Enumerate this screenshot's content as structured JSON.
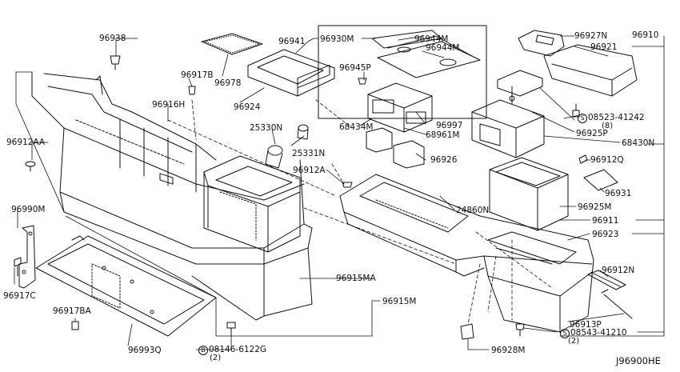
{
  "diagram_ref": "J96900HE",
  "parts": {
    "p96938": "96938",
    "p96912AA": "96912AA",
    "p96990M": "96990M",
    "p96917C": "96917C",
    "p96917BA": "96917BA",
    "p96993Q": "96993Q",
    "p96917B": "96917B",
    "p96916H": "96916H",
    "p96978": "96978",
    "p96924": "96924",
    "p96941": "96941",
    "p96930M": "96930M",
    "p96944M_a": "96944M",
    "p96944M_b": "96944M",
    "p96945P": "96945P",
    "p68434M": "68434M",
    "p96997": "96997",
    "p68961M": "68961M",
    "p96926": "96926",
    "p25330N": "25330N",
    "p25331N": "25331N",
    "p96912A": "96912A",
    "p96927N": "96927N",
    "p96921": "96921",
    "p96910": "96910",
    "p96925P": "96925P",
    "p68430N": "68430N",
    "p96912Q": "96912Q",
    "p96931": "96931",
    "p24860N": "24860N",
    "p96925M": "96925M",
    "p96911": "96911",
    "p96923": "96923",
    "p96912N": "96912N",
    "p96913P": "96913P",
    "p96915MA": "96915MA",
    "p96915M": "96915M",
    "p96928M": "96928M"
  },
  "codes": {
    "c08523": {
      "circle": "S",
      "number": "08523-41242",
      "qty": "(8)"
    },
    "c08543": {
      "circle": "S",
      "number": "08543-41210",
      "qty": "(2)"
    },
    "c08146": {
      "circle": "B",
      "number": "08146-6122G",
      "qty": "(2)"
    }
  }
}
